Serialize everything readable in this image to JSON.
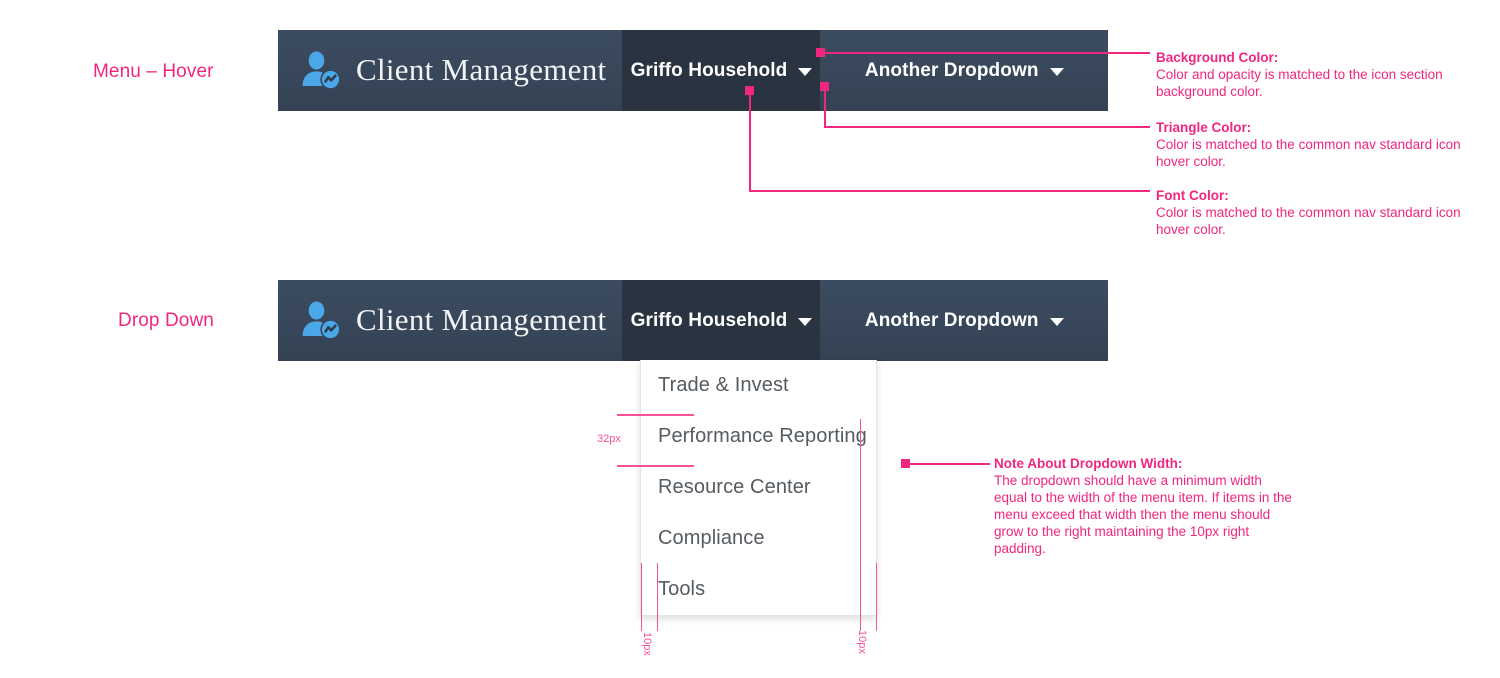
{
  "sections": [
    {
      "label": "Menu – Hover"
    },
    {
      "label": "Drop Down"
    }
  ],
  "navbar": {
    "brand_title": "Client Management",
    "brand_icon": "client-management-icon",
    "items": [
      {
        "label": "Griffo Household",
        "caret": "caret-down-icon",
        "state": "active"
      },
      {
        "label": "Another Dropdown",
        "caret": "caret-down-icon",
        "state": "default"
      }
    ]
  },
  "dropdown": {
    "items": [
      {
        "label": "Trade & Invest"
      },
      {
        "label": "Performance Reporting"
      },
      {
        "label": "Resource Center"
      },
      {
        "label": "Compliance"
      },
      {
        "label": "Tools"
      }
    ]
  },
  "callouts": [
    {
      "title": "Background Color:",
      "body": "Color and opacity is matched to the icon section background color."
    },
    {
      "title": "Triangle Color:",
      "body": "Color is matched to the common nav standard icon hover color."
    },
    {
      "title": "Font Color:",
      "body": "Color is matched to the common nav standard icon hover color."
    },
    {
      "title": "Note About Dropdown Width:",
      "body": "The dropdown should have a minimum width equal to the width of the menu item. If items in the menu exceed that width then the menu should grow to the right maintaining the 10px right padding."
    }
  ],
  "measurements": [
    {
      "label": "32px",
      "orientation": "horizontal"
    },
    {
      "label": "10px",
      "orientation": "vertical"
    },
    {
      "label": "10px",
      "orientation": "vertical"
    }
  ],
  "colors": {
    "annotation_pink": "#f0267f",
    "guide_pink": "#f5529a",
    "nav_brand_bg": "#37465a",
    "nav_item_active_bg": "#2a3441",
    "nav_text": "#ffffff",
    "dropdown_bg": "#ffffff",
    "dropdown_text": "#555b61",
    "brand_icon_color": "#4aa7e8"
  }
}
